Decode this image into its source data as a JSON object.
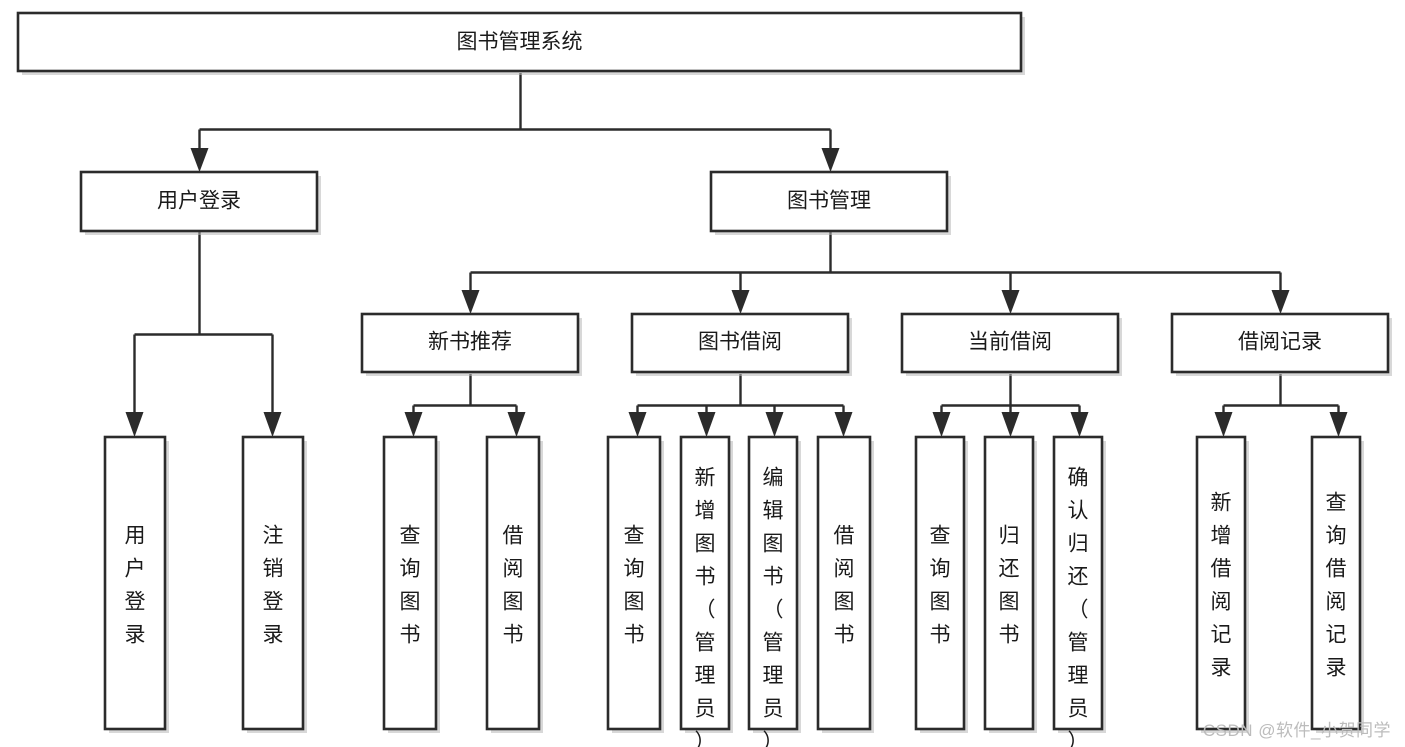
{
  "diagram": {
    "title": "图书管理系统",
    "type": "tree",
    "orientation": "top-down",
    "watermark": "CSDN @软件_小贺同学",
    "colors": {
      "box_fill": "#ffffff",
      "box_stroke": "#2b2b2b",
      "connector": "#2b2b2b",
      "text": "#1a1a1a",
      "watermark": "#bcbcbc",
      "background": "#ffffff"
    },
    "root": {
      "id": "root",
      "label": "图书管理系统",
      "orientation": "horizontal"
    },
    "level2": [
      {
        "id": "user-login",
        "label": "用户登录",
        "orientation": "horizontal"
      },
      {
        "id": "book-management",
        "label": "图书管理",
        "orientation": "horizontal"
      }
    ],
    "level3": [
      {
        "id": "new-book-recommend",
        "label": "新书推荐",
        "orientation": "horizontal",
        "parent": "book-management"
      },
      {
        "id": "book-borrow",
        "label": "图书借阅",
        "orientation": "horizontal",
        "parent": "book-management"
      },
      {
        "id": "current-borrow",
        "label": "当前借阅",
        "orientation": "horizontal",
        "parent": "book-management"
      },
      {
        "id": "borrow-record",
        "label": "借阅记录",
        "orientation": "horizontal",
        "parent": "book-management"
      }
    ],
    "leaves": [
      {
        "id": "leaf-user-login",
        "label": "用户登录",
        "orientation": "vertical",
        "parent": "user-login"
      },
      {
        "id": "leaf-logout-login",
        "label": "注销登录",
        "orientation": "vertical",
        "parent": "user-login"
      },
      {
        "id": "leaf-query-book-1",
        "label": "查询图书",
        "orientation": "vertical",
        "parent": "new-book-recommend"
      },
      {
        "id": "leaf-borrow-book-1",
        "label": "借阅图书",
        "orientation": "vertical",
        "parent": "new-book-recommend"
      },
      {
        "id": "leaf-query-book-2",
        "label": "查询图书",
        "orientation": "vertical",
        "parent": "book-borrow"
      },
      {
        "id": "leaf-add-book",
        "label": "新增图书（管理员）",
        "orientation": "vertical",
        "parent": "book-borrow"
      },
      {
        "id": "leaf-edit-book",
        "label": "编辑图书（管理员）",
        "orientation": "vertical",
        "parent": "book-borrow"
      },
      {
        "id": "leaf-borrow-book-2",
        "label": "借阅图书",
        "orientation": "vertical",
        "parent": "book-borrow"
      },
      {
        "id": "leaf-query-book-3",
        "label": "查询图书",
        "orientation": "vertical",
        "parent": "current-borrow"
      },
      {
        "id": "leaf-return-book",
        "label": "归还图书",
        "orientation": "vertical",
        "parent": "current-borrow"
      },
      {
        "id": "leaf-confirm-return",
        "label": "确认归还（管理员）",
        "orientation": "vertical",
        "parent": "current-borrow"
      },
      {
        "id": "leaf-add-record",
        "label": "新增借阅记录",
        "orientation": "vertical",
        "parent": "borrow-record"
      },
      {
        "id": "leaf-query-record",
        "label": "查询借阅记录",
        "orientation": "vertical",
        "parent": "borrow-record"
      }
    ]
  }
}
